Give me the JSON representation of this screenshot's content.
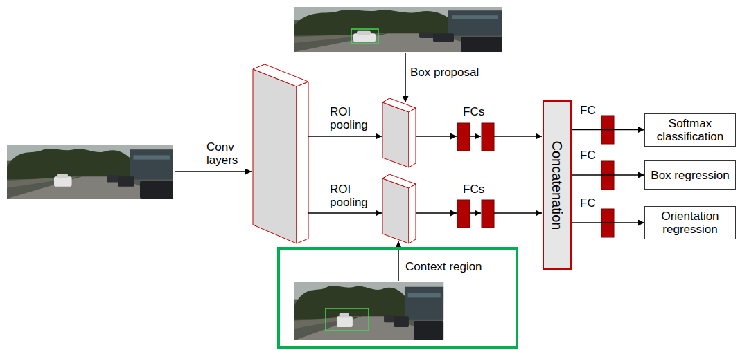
{
  "diagram": {
    "nodes": [
      {
        "text": [
          "Concatenation"
        ]
      },
      {
        "text": [
          "Softmax classification"
        ]
      },
      {
        "text": [
          "Box regression"
        ]
      },
      {
        "text": [
          "Orientation regression"
        ]
      },
      {
        "text": [
          "Context region"
        ]
      }
    ],
    "edges": [
      {
        "from": 0,
        "to": 1,
        "arrow": "to",
        "label": "FC"
      },
      {
        "from": 0,
        "to": 2,
        "arrow": "to",
        "label": "FC"
      },
      {
        "from": 0,
        "to": 3,
        "arrow": "to",
        "label": "FC"
      }
    ],
    "labels": [
      "Box proposal",
      "Conv layers",
      "ROI pooling",
      "ROI pooling",
      "FCs",
      "FCs"
    ]
  }
}
